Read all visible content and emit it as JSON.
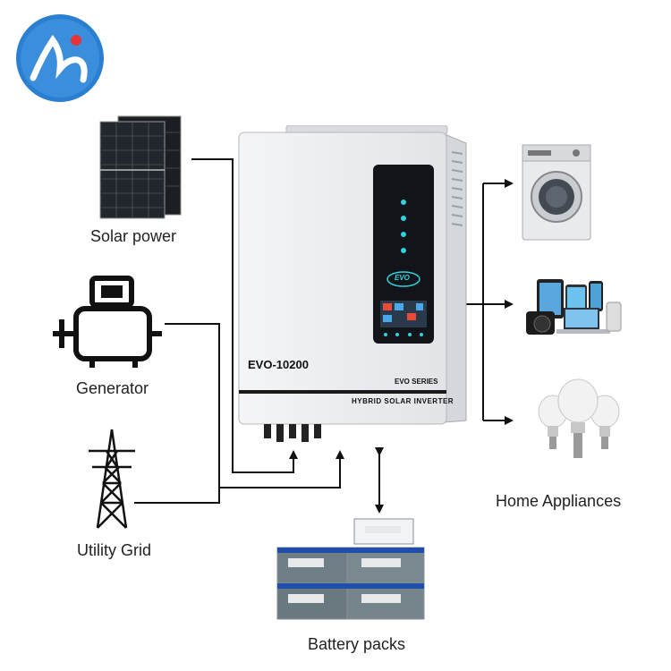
{
  "sources": {
    "solar_label": "Solar power",
    "generator_label": "Generator",
    "grid_label": "Utility Grid"
  },
  "inverter": {
    "model": "EVO-10200",
    "series": "EVO SERIES",
    "type_label": "HYBRID SOLAR INVERTER",
    "logo_text": "EVO"
  },
  "outputs": {
    "appliances_label": "Home Appliances"
  },
  "storage": {
    "battery_label": "Battery packs"
  },
  "colors": {
    "logo_bg": "#2a7fd0",
    "logo_dot": "#e8323a",
    "inverter_body": "#eef0f2",
    "panel_black": "#111418",
    "line": "#111111"
  }
}
